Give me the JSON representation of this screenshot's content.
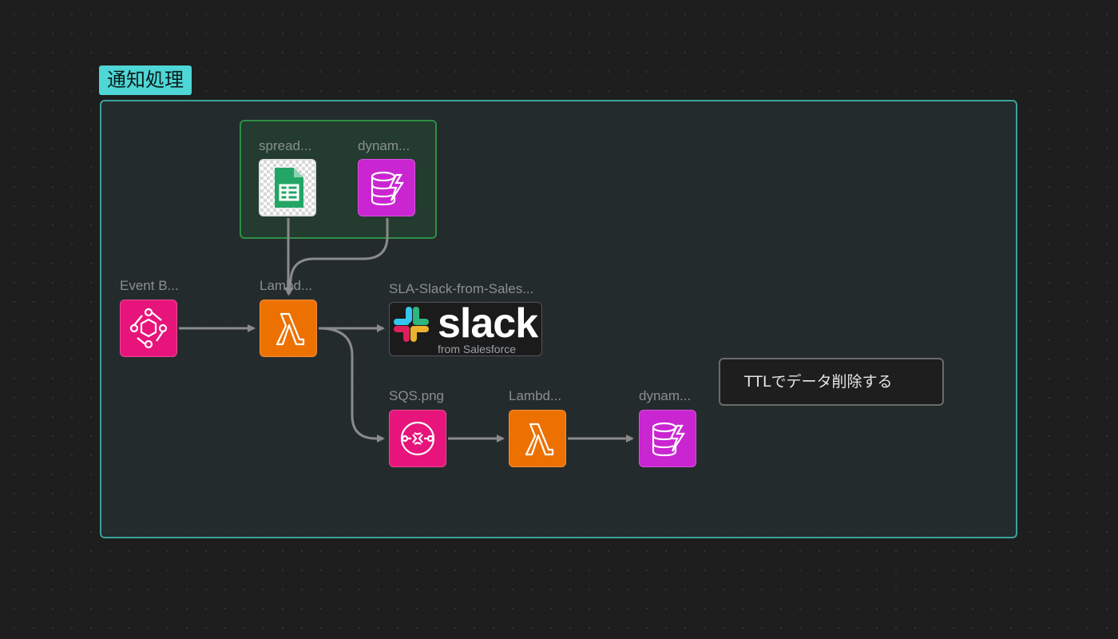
{
  "group": {
    "title": "通知処理"
  },
  "nodes": {
    "spreadsheet": {
      "label": "spread...",
      "icon": "google-sheets-icon"
    },
    "dynamo_top": {
      "label": "dynam...",
      "icon": "dynamodb-icon"
    },
    "eventbridge": {
      "label": "Event B...",
      "icon": "eventbridge-icon"
    },
    "lambda_main": {
      "label": "Lambd...",
      "icon": "lambda-icon"
    },
    "slack": {
      "label": "SLA-Slack-from-Sales...",
      "wordmark": "slack",
      "sub": "from Salesforce",
      "icon": "slack-logo-icon"
    },
    "sqs": {
      "label": "SQS.png",
      "icon": "sqs-icon"
    },
    "lambda_second": {
      "label": "Lambd...",
      "icon": "lambda-icon"
    },
    "dynamo_bottom": {
      "label": "dynam...",
      "icon": "dynamodb-icon"
    }
  },
  "note": {
    "text": "TTLでデータ削除する"
  },
  "colors": {
    "background": "#1e1e1e",
    "group_border": "#3aa39a",
    "group_tag": "#4fd6d6",
    "subgroup_border": "#2f8f47",
    "aws_pink": "#e7157b",
    "aws_orange": "#ed7100",
    "aws_purple": "#c925d1",
    "edge": "#8a8a8a"
  }
}
